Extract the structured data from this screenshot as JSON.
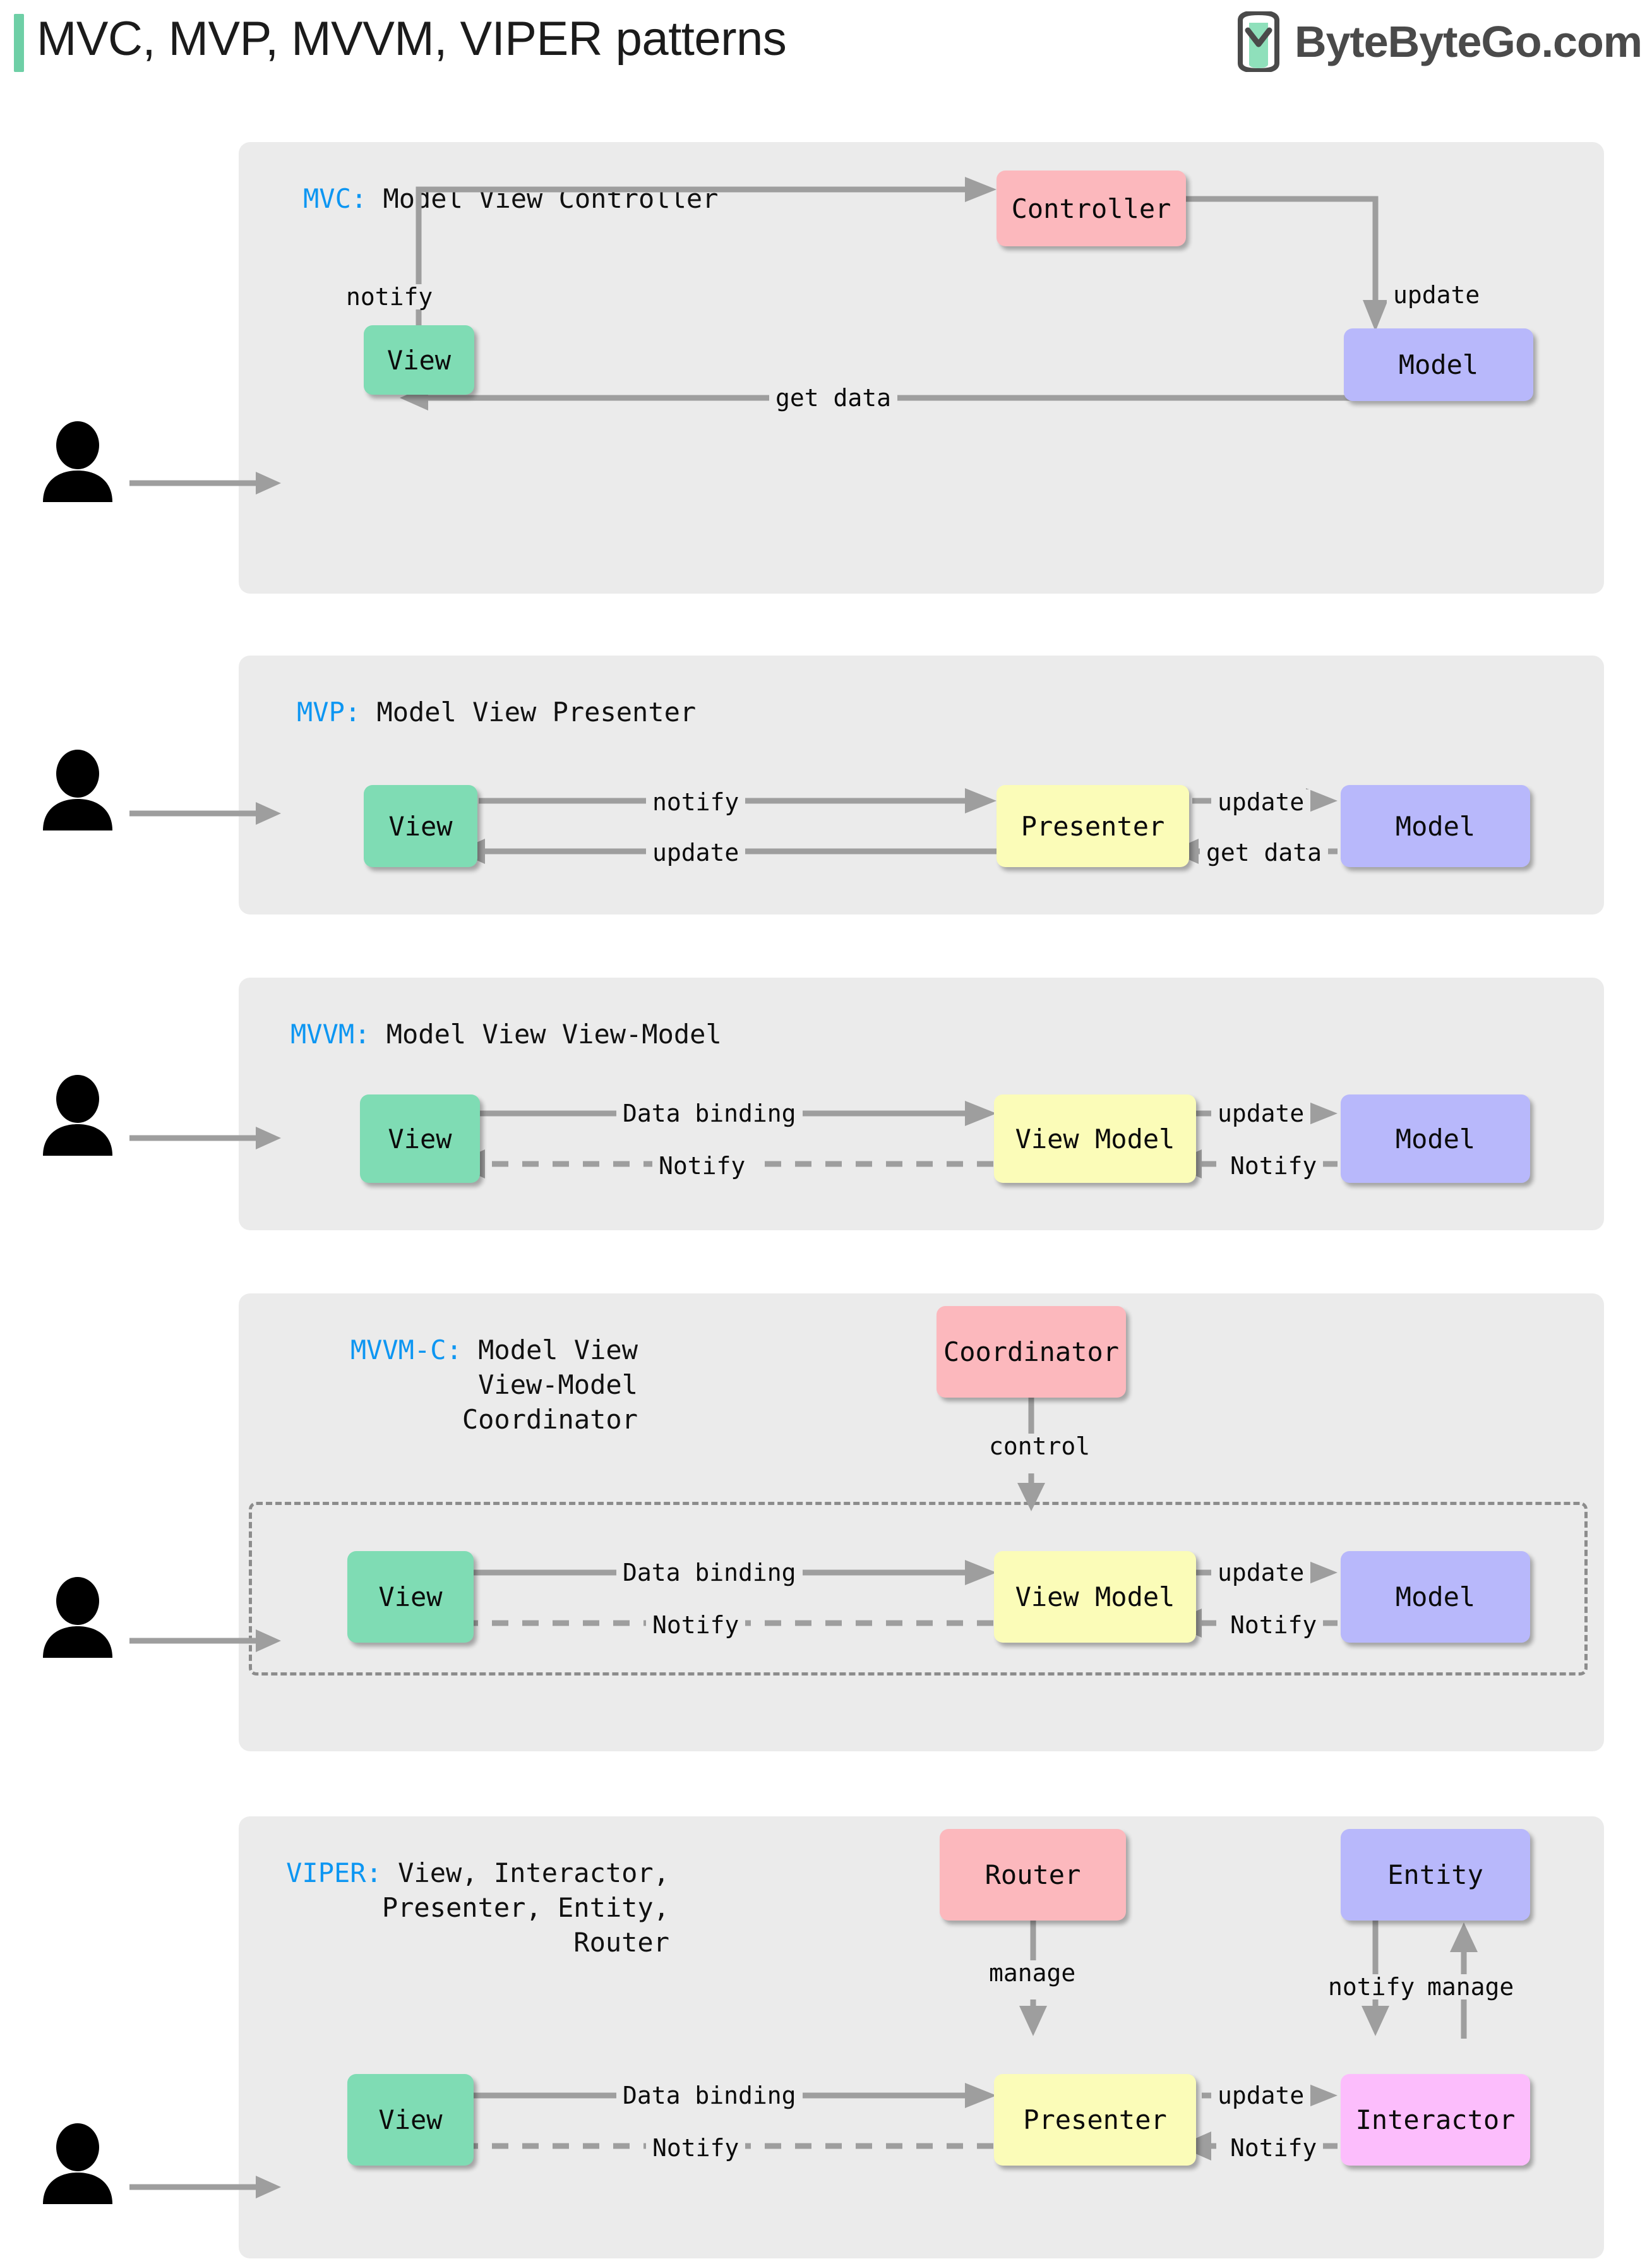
{
  "header": {
    "title": "MVC, MVP, MVVM, VIPER patterns",
    "brand": "ByteByteGo.com",
    "accent_color": "#6ecfa6",
    "brand_text_color": "#4a4a4a"
  },
  "palette": {
    "panel_bg": "#ebebeb",
    "view": "#7fdcb4",
    "model": "#b8b8fb",
    "controller": "#fcb8bd",
    "presenter": "#fbfcb8",
    "interactor": "#fcbdfc",
    "arrow": "#9e9e9e",
    "keyword": "#0d96f2"
  },
  "sections": {
    "mvc": {
      "abbr": "MVC:",
      "expansion": " Model View Controller",
      "nodes": {
        "view": "View",
        "controller": "Controller",
        "model": "Model"
      },
      "edges": {
        "notify": "notify",
        "update": "update",
        "get_data": "get data"
      }
    },
    "mvp": {
      "abbr": "MVP:",
      "expansion": " Model View Presenter",
      "nodes": {
        "view": "View",
        "presenter": "Presenter",
        "model": "Model"
      },
      "edges": {
        "notify": "notify",
        "update_left": "update",
        "update_right": "update",
        "get_data": "get data"
      }
    },
    "mvvm": {
      "abbr": "MVVM:",
      "expansion": " Model View View-Model",
      "nodes": {
        "view": "View",
        "view_model": "View Model",
        "model": "Model"
      },
      "edges": {
        "data_binding": "Data binding",
        "notify_left": "Notify",
        "update": "update",
        "notify_right": "Notify"
      }
    },
    "mvvmc": {
      "abbr": "MVVM-C:",
      "expansion": " Model View\nView-Model\nCoordinator",
      "nodes": {
        "coordinator": "Coordinator",
        "view": "View",
        "view_model": "View Model",
        "model": "Model"
      },
      "edges": {
        "control": "control",
        "data_binding": "Data binding",
        "notify_left": "Notify",
        "update": "update",
        "notify_right": "Notify"
      }
    },
    "viper": {
      "abbr": "VIPER:",
      "expansion": " View, Interactor,\nPresenter, Entity,\nRouter",
      "nodes": {
        "router": "Router",
        "entity": "Entity",
        "view": "View",
        "presenter": "Presenter",
        "interactor": "Interactor"
      },
      "edges": {
        "manage_router": "manage",
        "notify_entity": "notify",
        "manage_entity": "manage",
        "data_binding": "Data binding",
        "notify_left": "Notify",
        "update": "update",
        "notify_right": "Notify"
      }
    }
  }
}
